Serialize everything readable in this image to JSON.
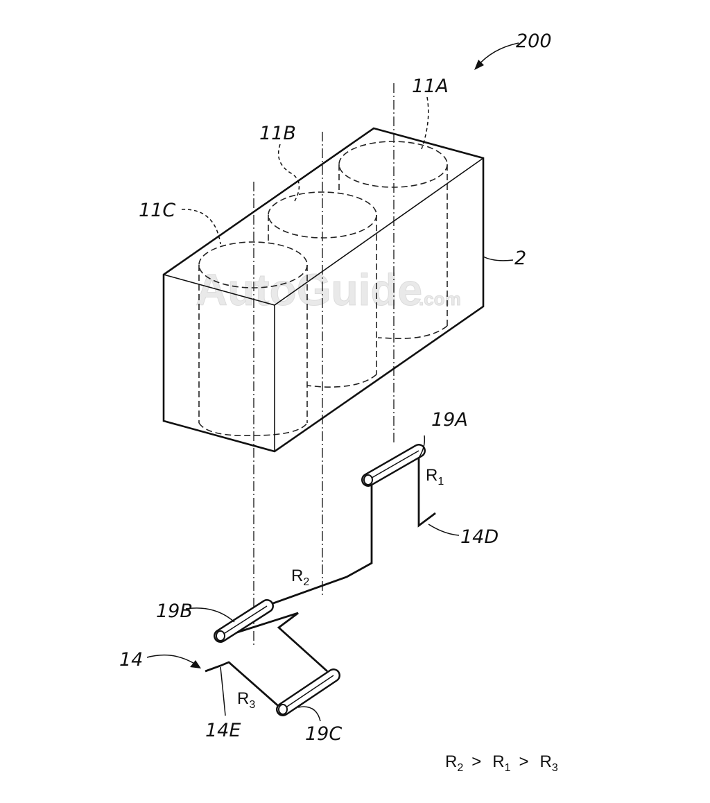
{
  "labels": {
    "fig": "200",
    "c11a": "11A",
    "c11b": "11B",
    "c11c": "11C",
    "block": "2",
    "e19a": "19A",
    "e19b": "19B",
    "e19c": "19C",
    "e14d": "14D",
    "e14e": "14E",
    "e14": "14"
  },
  "resistors": {
    "r1": "R",
    "r1_sub": "1",
    "r2": "R",
    "r2_sub": "2",
    "r3": "R",
    "r3_sub": "3"
  },
  "relation": {
    "a": "R",
    "a_sub": "2",
    "op1": ">",
    "b": "R",
    "b_sub": "1",
    "op2": ">",
    "c": "R",
    "c_sub": "3"
  },
  "watermark": {
    "main": "AutoGuide",
    "suffix": ".com"
  }
}
